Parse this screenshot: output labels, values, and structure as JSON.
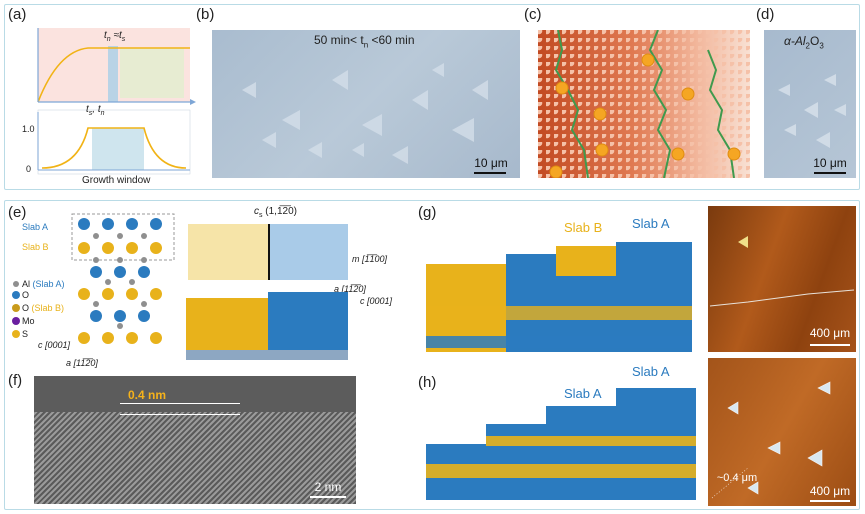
{
  "panels": {
    "a": {
      "label": "(a)",
      "top_eq": "t",
      "top_eq_sub1": "n",
      "top_eq_mid": " ≈t",
      "top_eq_sub2": "s",
      "axis_label_t": "t",
      "axis_label_s": "s",
      "axis_label_comma": ", t",
      "axis_label_n": "n",
      "y_tick_top": "1.0",
      "y_tick_bottom": "0",
      "growth_window": "Growth window"
    },
    "b": {
      "label": "(b)",
      "caption_pre": "50 min< t",
      "caption_sub": "n",
      "caption_post": " <60 min",
      "scale": "10 μm"
    },
    "c": {
      "label": "(c)"
    },
    "d": {
      "label": "(d)",
      "title_pre": "α-Al",
      "title_sub1": "2",
      "title_mid": "O",
      "title_sub2": "3",
      "scale": "10 μm"
    },
    "e": {
      "label": "(e)",
      "slab_a": "Slab A",
      "slab_b": "Slab B",
      "legend": {
        "al": "Al",
        "o_a": "O",
        "o_a_note": "(Slab A)",
        "o_b": "O",
        "o_b_note": "(Slab B)",
        "mo": "Mo",
        "s": "S"
      },
      "axis_c": "c [0001]",
      "axis_a": "a [11̅2̅0]",
      "cs_label": "c",
      "cs_sub": "s",
      "cs_index": " (1,1̅2̅0)",
      "axis_m": "m [1̅1̅00]",
      "axis_a2": "a [11̅2̅0]",
      "axis_c2": "c [0001]"
    },
    "f": {
      "label": "(f)",
      "spacing": "0.4 nm",
      "scale": "2 nm"
    },
    "g": {
      "label": "(g)",
      "slab_b": "Slab B",
      "slab_a": "Slab A",
      "scale": "400 μm"
    },
    "h": {
      "label": "(h)",
      "slab_a1": "Slab A",
      "slab_a2": "Slab A",
      "step": "~0.4 μm",
      "scale": "400 μm"
    }
  },
  "colors": {
    "blue": "#2b7bbf",
    "gold": "#e8b21b",
    "frame": "#b9dbe6",
    "micro_blue": "#9fb3c9",
    "afm": "#9a4a14"
  }
}
